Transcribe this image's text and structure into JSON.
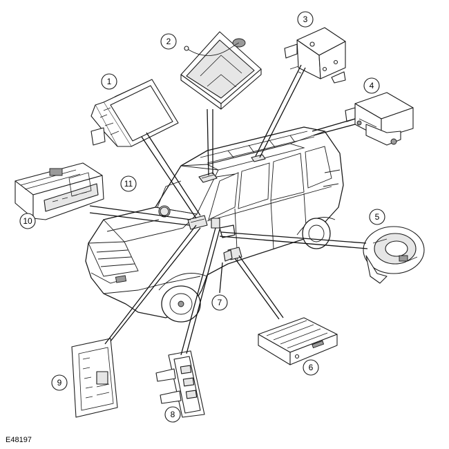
{
  "figure_id": "E48197",
  "callouts": [
    "1",
    "2",
    "3",
    "4",
    "5",
    "6",
    "7",
    "8",
    "9",
    "10",
    "11"
  ]
}
